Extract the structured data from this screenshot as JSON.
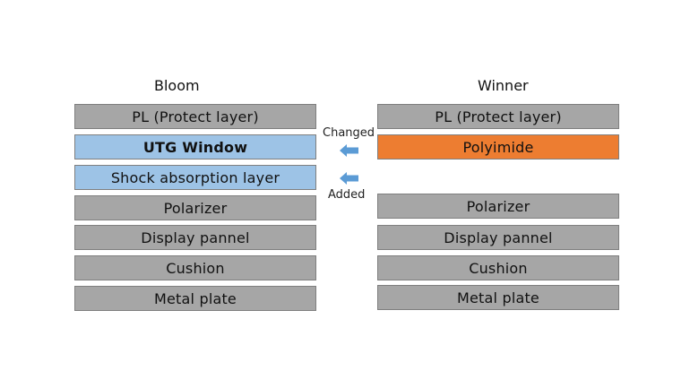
{
  "colors": {
    "gray_layer": "#a6a6a6",
    "blue_layer": "#9dc3e6",
    "orange_layer": "#ed7d31",
    "arrow": "#5b9bd5",
    "border": "#7f7f7f"
  },
  "bloom": {
    "title": "Bloom",
    "layers": [
      {
        "label": "PL (Protect layer)",
        "color": "#a6a6a6",
        "bold": false
      },
      {
        "label": "UTG Window",
        "color": "#9dc3e6",
        "bold": true
      },
      {
        "label": "Shock absorption layer",
        "color": "#9dc3e6",
        "bold": false
      },
      {
        "label": "Polarizer",
        "color": "#a6a6a6",
        "bold": false
      },
      {
        "label": "Display pannel",
        "color": "#a6a6a6",
        "bold": false
      },
      {
        "label": "Cushion",
        "color": "#a6a6a6",
        "bold": false
      },
      {
        "label": "Metal plate",
        "color": "#a6a6a6",
        "bold": false
      }
    ]
  },
  "winner": {
    "title": "Winner",
    "layers": [
      {
        "label": "PL (Protect layer)",
        "color": "#a6a6a6",
        "bold": false
      },
      {
        "label": "Polyimide",
        "color": "#ed7d31",
        "bold": false
      },
      {
        "label": "Polarizer",
        "color": "#a6a6a6",
        "bold": false
      },
      {
        "label": "Display pannel",
        "color": "#a6a6a6",
        "bold": false
      },
      {
        "label": "Cushion",
        "color": "#a6a6a6",
        "bold": false
      },
      {
        "label": "Metal plate",
        "color": "#a6a6a6",
        "bold": false
      }
    ]
  },
  "annotations": {
    "changed": "Changed",
    "added": "Added"
  }
}
